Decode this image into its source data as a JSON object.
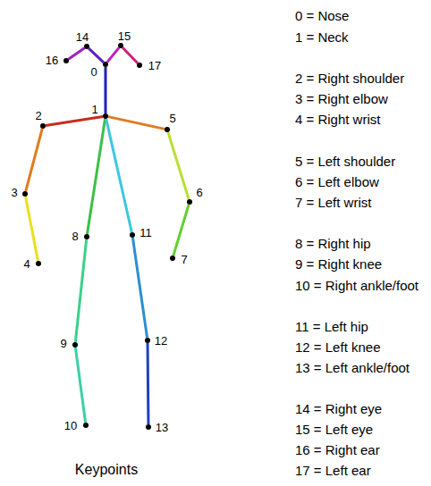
{
  "diagram": {
    "caption": "Keypoints",
    "nodes": [
      {
        "text": [
          "0"
        ]
      },
      {
        "text": [
          "1"
        ]
      },
      {
        "text": [
          "2"
        ]
      },
      {
        "text": [
          "3"
        ]
      },
      {
        "text": [
          "4"
        ]
      },
      {
        "text": [
          "5"
        ]
      },
      {
        "text": [
          "6"
        ]
      },
      {
        "text": [
          "7"
        ]
      },
      {
        "text": [
          "8"
        ]
      },
      {
        "text": [
          "9"
        ]
      },
      {
        "text": [
          "10"
        ]
      },
      {
        "text": [
          "11"
        ]
      },
      {
        "text": [
          "12"
        ]
      },
      {
        "text": [
          "13"
        ]
      },
      {
        "text": [
          "14"
        ]
      },
      {
        "text": [
          "15"
        ]
      },
      {
        "text": [
          "16"
        ]
      },
      {
        "text": [
          "17"
        ]
      }
    ],
    "edges": [
      {
        "from": 1,
        "to": 2,
        "arrow": "none"
      },
      {
        "from": 2,
        "to": 3,
        "arrow": "none"
      },
      {
        "from": 3,
        "to": 4,
        "arrow": "none"
      },
      {
        "from": 1,
        "to": 5,
        "arrow": "none"
      },
      {
        "from": 5,
        "to": 6,
        "arrow": "none"
      },
      {
        "from": 6,
        "to": 7,
        "arrow": "none"
      },
      {
        "from": 1,
        "to": 8,
        "arrow": "none"
      },
      {
        "from": 8,
        "to": 9,
        "arrow": "none"
      },
      {
        "from": 9,
        "to": 10,
        "arrow": "none"
      },
      {
        "from": 1,
        "to": 11,
        "arrow": "none"
      },
      {
        "from": 11,
        "to": 12,
        "arrow": "none"
      },
      {
        "from": 12,
        "to": 13,
        "arrow": "none"
      },
      {
        "from": 1,
        "to": 0,
        "arrow": "none"
      },
      {
        "from": 0,
        "to": 14,
        "arrow": "none"
      },
      {
        "from": 14,
        "to": 16,
        "arrow": "none"
      },
      {
        "from": 0,
        "to": 15,
        "arrow": "none"
      },
      {
        "from": 15,
        "to": 17,
        "arrow": "none"
      }
    ],
    "labels": [
      "0 = Nose",
      "1 = Neck",
      "2 = Right shoulder",
      "3 = Right elbow",
      "4 = Right wrist",
      "5 = Left shoulder",
      "6 = Left elbow",
      "7 = Left wrist",
      "8 = Right hip",
      "9 = Right knee",
      "10 = Right ankle/foot",
      "11 = Left hip",
      "12 = Left knee",
      "13 = Left ankle/foot",
      "14 = Right eye",
      "15 = Left eye",
      "16 = Right ear",
      "17 = Left ear"
    ]
  }
}
